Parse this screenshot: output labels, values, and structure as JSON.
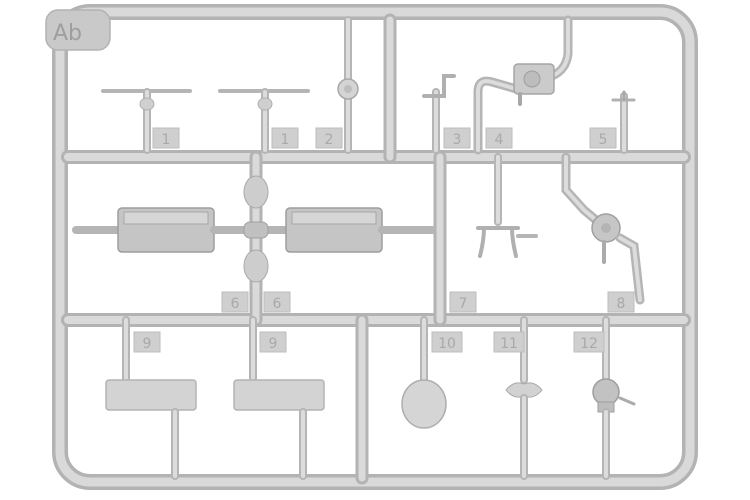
{
  "sprue": {
    "code": "Ab",
    "colors": {
      "plastic": "#c8c8c8",
      "plastic_light": "#dcdcdc",
      "plastic_dark": "#a8a8a8",
      "tag": "#cfcfcf",
      "background": "#ffffff"
    },
    "part_numbers": [
      "1",
      "1",
      "2",
      "3",
      "4",
      "5",
      "6",
      "6",
      "7",
      "8",
      "9",
      "9",
      "10",
      "11",
      "12"
    ]
  }
}
